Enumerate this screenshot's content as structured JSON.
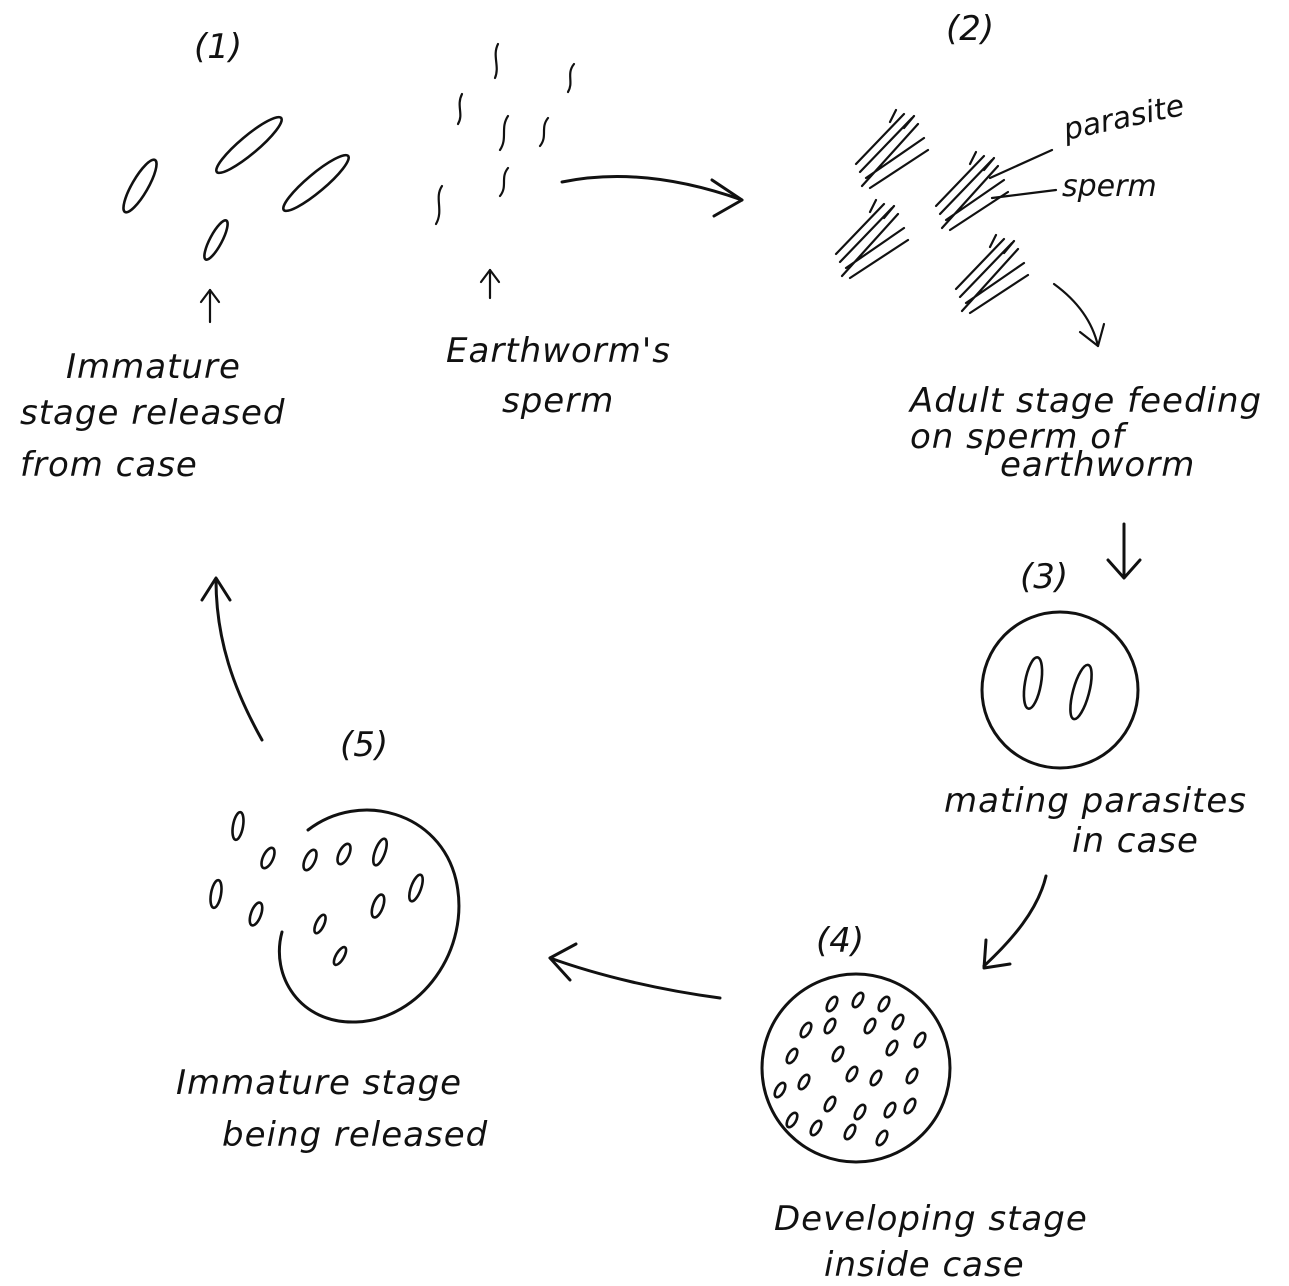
{
  "stages": {
    "s1": {
      "number": "(1)",
      "label_lines": [
        "Immature",
        "stage released",
        "from case"
      ]
    },
    "sperm": {
      "label_lines": [
        "Earthworm's",
        "sperm"
      ]
    },
    "s2": {
      "number": "(2)",
      "label_lines": [
        "Adult stage feeding",
        "on sperm of",
        "earthworm"
      ],
      "callout_parasite": "parasite",
      "callout_sperm": "sperm"
    },
    "s3": {
      "number": "(3)",
      "label_lines": [
        "mating parasites",
        "in case"
      ]
    },
    "s4": {
      "number": "(4)",
      "label_lines": [
        "Developing stage",
        "inside case"
      ]
    },
    "s5": {
      "number": "(5)",
      "label_lines": [
        "Immature stage",
        "being released"
      ]
    }
  },
  "colors": {
    "ink": "#111111",
    "paper": "#ffffff"
  }
}
